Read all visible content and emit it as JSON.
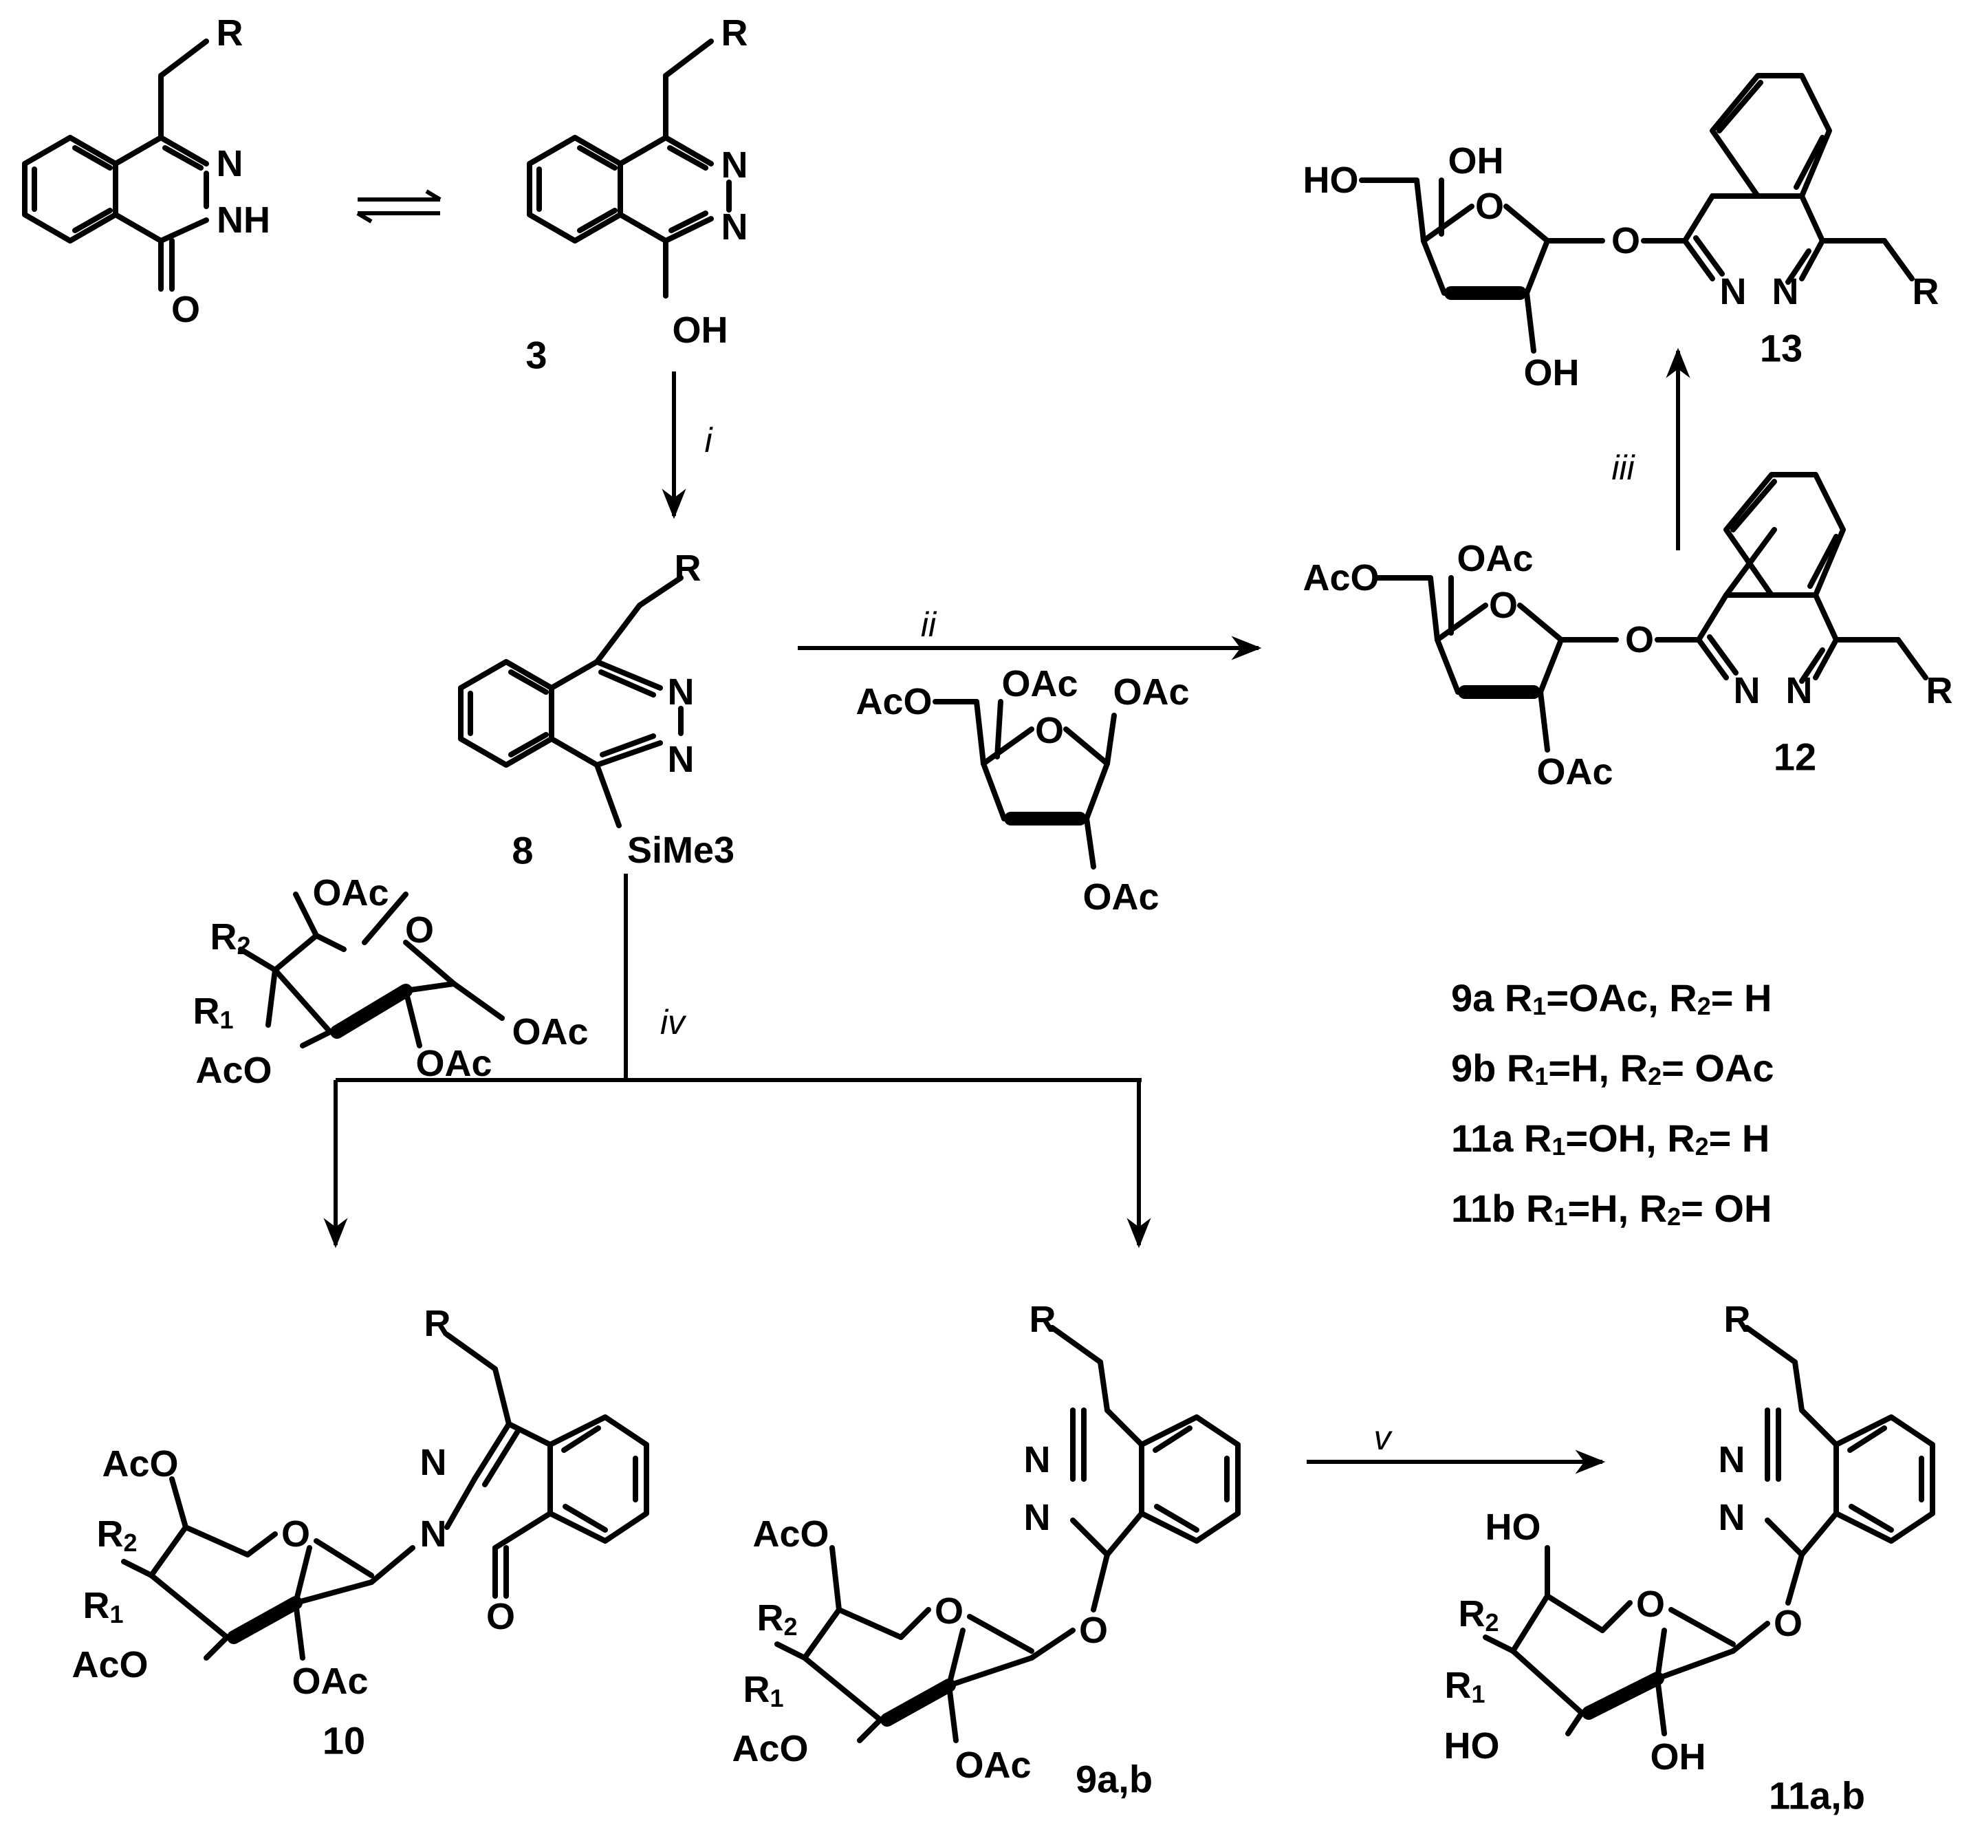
{
  "atoms": {
    "r": "R",
    "n": "N",
    "nh": "NH",
    "o": "O",
    "oh": "OH",
    "ho": "HO",
    "oac": "OAc",
    "aco": "AcO",
    "sime3": "SiMe3",
    "r1": "R",
    "r1_sub": "1",
    "r2": "R",
    "r2_sub": "2"
  },
  "compounds": {
    "c3": "3",
    "c8": "8",
    "c9": "9a,b",
    "c10": "10",
    "c11": "11a,b",
    "c12": "12",
    "c13": "13"
  },
  "reagents": {
    "i": "i",
    "ii": "ii",
    "iii": "iii",
    "iv": "iv",
    "v": "v"
  },
  "legend": [
    {
      "id": "9a",
      "r1_text": " R",
      "r1_val": "=OAc, R",
      "r2_val": "= H"
    },
    {
      "id": "9b",
      "r1_text": " R",
      "r1_val": "=H, R",
      "r2_val": "= OAc"
    },
    {
      "id": "11a",
      "r1_text": " R",
      "r1_val": "=OH, R",
      "r2_val": "= H"
    },
    {
      "id": "11b",
      "r1_text": " R",
      "r1_val": "=H, R",
      "r2_val": "= OH"
    }
  ],
  "colors": {
    "ink": "#000000",
    "background": "#ffffff"
  }
}
